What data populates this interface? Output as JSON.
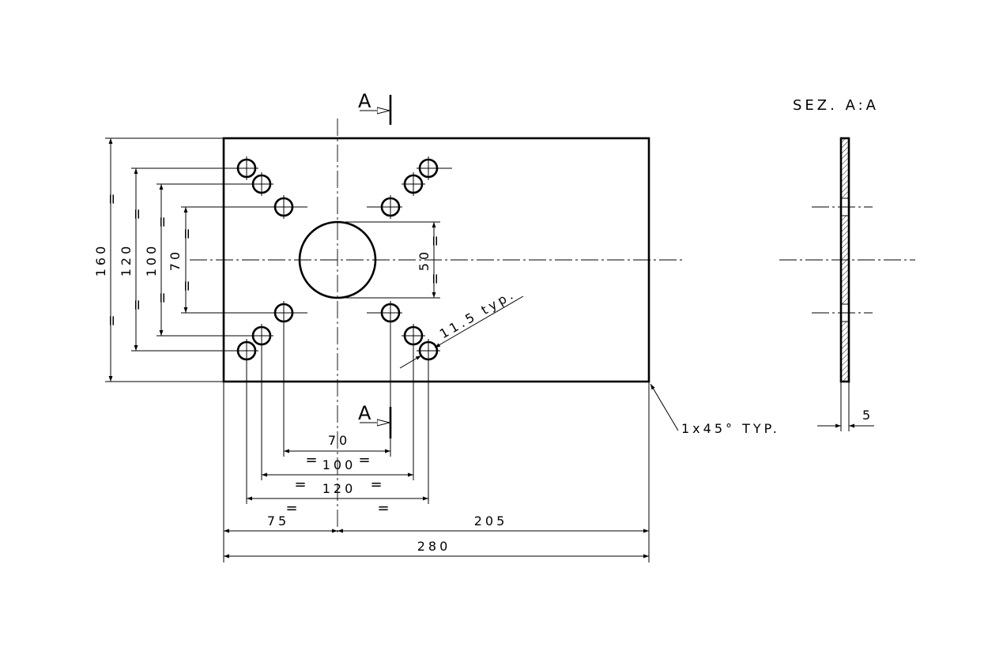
{
  "drawing": {
    "section_title": "SEZ. A:A",
    "section_mark": "A",
    "dimensions": {
      "overall_length": "280",
      "left_offset": "75",
      "right_offset": "205",
      "hole_spacing_outer_h": "120",
      "hole_spacing_mid_h": "100",
      "hole_spacing_inner_h": "70",
      "overall_height": "160",
      "hole_spacing_outer_v": "120",
      "hole_spacing_mid_v": "100",
      "hole_spacing_inner_v": "70",
      "bore_height": "50",
      "thickness": "5"
    },
    "notes": {
      "hole_diameter": "11.5 typ.",
      "chamfer": "1x45° TYP."
    },
    "equal_sign": "="
  }
}
